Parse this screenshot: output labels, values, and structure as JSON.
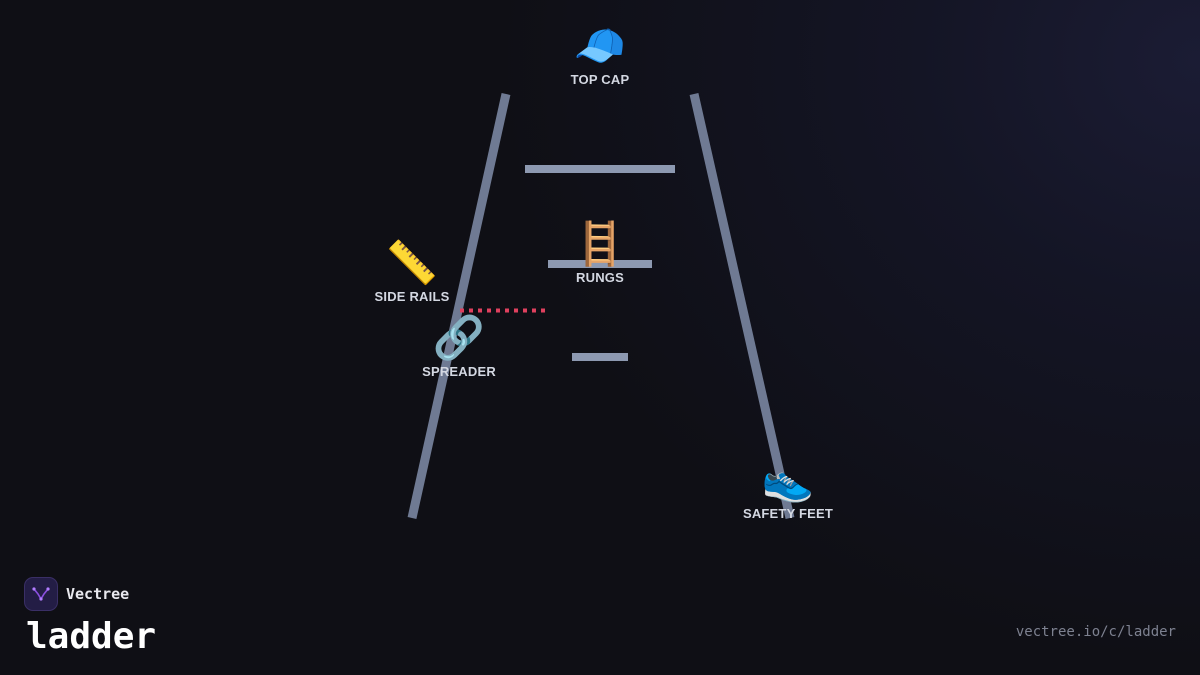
{
  "brand": {
    "name": "Vectree",
    "title": "ladder",
    "url": "vectree.io/c/ladder"
  },
  "diagram": {
    "parts": [
      {
        "key": "top_cap",
        "label": "TOP CAP",
        "icon": "cap-icon",
        "emoji": "🧢"
      },
      {
        "key": "rungs",
        "label": "RUNGS",
        "icon": "ladder-icon",
        "emoji": "🪜"
      },
      {
        "key": "side_rails",
        "label": "SIDE RAILS",
        "icon": "ruler-icon",
        "emoji": "📏"
      },
      {
        "key": "spreader",
        "label": "SPREADER",
        "icon": "link-icon",
        "emoji": "🔗"
      },
      {
        "key": "safety_feet",
        "label": "SAFETY FEET",
        "icon": "sneaker-icon",
        "emoji": "👟"
      }
    ]
  },
  "colors": {
    "rail": "#6f7a93",
    "rung": "#8d99b1",
    "spreader": "#e0405e",
    "label": "#d4d8e2",
    "accent": "#8a4fe0"
  }
}
